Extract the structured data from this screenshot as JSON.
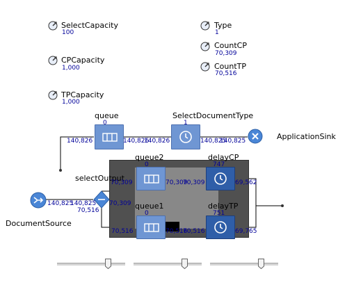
{
  "parameters": [
    {
      "name": "SelectCapacity",
      "value": "100",
      "icon": "parameter-icon"
    },
    {
      "name": "CPCapacity",
      "value": "1,000",
      "icon": "parameter-icon"
    },
    {
      "name": "TPCapacity",
      "value": "1,000",
      "icon": "parameter-icon"
    },
    {
      "name": "Type",
      "value": "1",
      "icon": "parameter-icon"
    },
    {
      "name": "CountCP",
      "value": "70,309",
      "icon": "parameter-icon"
    },
    {
      "name": "CountTP",
      "value": "70,516",
      "icon": "parameter-icon"
    }
  ],
  "blocks": {
    "queue": {
      "label": "queue",
      "count": "0",
      "icon": "queue-icon"
    },
    "select_document_type": {
      "label": "SelectDocumentType",
      "count": "1",
      "icon": "clock-icon"
    },
    "application_sink": {
      "label": "ApplicationSink",
      "icon": "sink-x-icon"
    },
    "queue2": {
      "label": "queue2",
      "count": "0",
      "icon": "queue-icon"
    },
    "queue1": {
      "label": "queue1",
      "count": "0",
      "icon": "queue-icon"
    },
    "delay_cp": {
      "label": "delayCP",
      "count": "747",
      "icon": "clock-icon"
    },
    "delay_tp": {
      "label": "delayTP",
      "count": "751",
      "icon": "clock-icon"
    },
    "select_output": {
      "label": "selectOutput",
      "icon": "select-output-diamond-icon"
    },
    "document_source": {
      "label": "DocumentSource",
      "icon": "source-icon"
    }
  },
  "flows": {
    "source_out": "140,825",
    "select_in": "140,825",
    "select_out_bottom": "70,516",
    "queue_in": "140,826",
    "queue_out": "140,826",
    "sdt_in": "140,826",
    "sdt_out": "140,825",
    "sink_in": "140,825",
    "select_to_q2": "70,309",
    "select_to_q2_b": "70,309",
    "q2_out": "70,309",
    "delaycp_in": "70,309",
    "delaycp_out": "69,562",
    "q1_in": "70,516",
    "q1_out": "70,516",
    "delaytp_in": "70,516",
    "delaytp_out": "69,765"
  },
  "sliders": [
    {
      "name": "slider-1",
      "level": 0.78
    },
    {
      "name": "slider-2",
      "level": 0.78
    },
    {
      "name": "slider-3",
      "level": 0.78
    }
  ],
  "colors": {
    "block_light": "#6f96d3",
    "block_dark": "#2f5ea8",
    "value_text": "#000099",
    "group_border": "#505050",
    "group_fill": "#888888"
  }
}
